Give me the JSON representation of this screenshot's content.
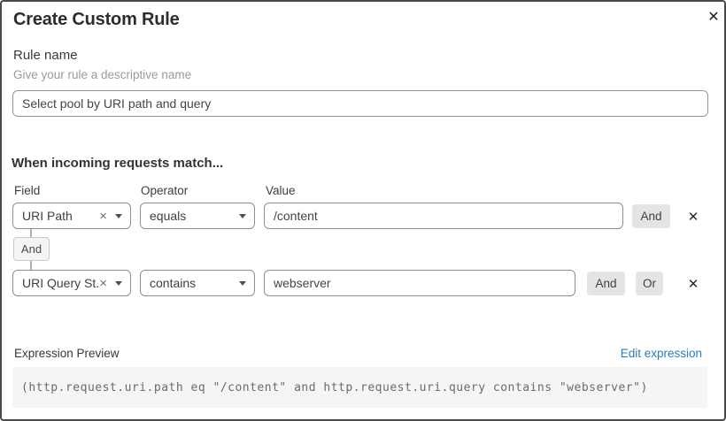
{
  "dialog": {
    "title": "Create Custom Rule",
    "close_icon": "✕"
  },
  "rule_name": {
    "label": "Rule name",
    "hint": "Give your rule a descriptive name",
    "value": "Select pool by URI path and query"
  },
  "match_section": {
    "heading": "When incoming requests match...",
    "column_labels": {
      "field": "Field",
      "operator": "Operator",
      "value": "Value"
    },
    "group_connector": "And",
    "rows": [
      {
        "field": "URI Path",
        "field_clear_icon": "×",
        "operator": "equals",
        "value": "/content",
        "add_buttons": [
          "And"
        ],
        "remove_icon": "✕"
      },
      {
        "field": "URI Query St...",
        "field_clear_icon": "×",
        "operator": "contains",
        "value": "webserver",
        "add_buttons": [
          "And",
          "Or"
        ],
        "remove_icon": "✕"
      }
    ]
  },
  "expression": {
    "label": "Expression Preview",
    "edit_link": "Edit expression",
    "preview": "(http.request.uri.path eq \"/content\" and http.request.uri.query contains \"webserver\")"
  },
  "colors": {
    "link": "#2e7cb5",
    "button_bg": "#e4e4e4",
    "code_bg": "#f5f5f5",
    "input_border": "#8f8f8f"
  }
}
